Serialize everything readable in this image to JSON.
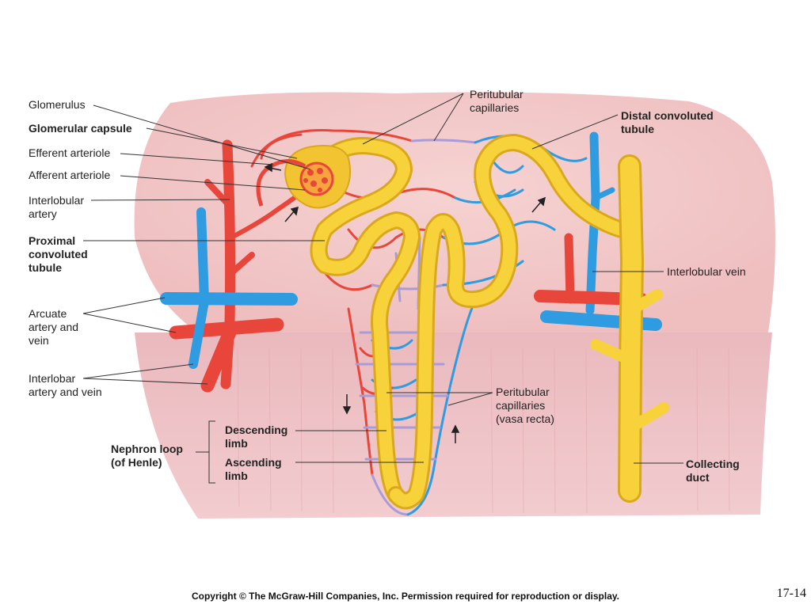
{
  "labels": {
    "glomerulus": "Glomerulus",
    "glomerular_capsule": "Glomerular capsule",
    "efferent_arteriole": "Efferent arteriole",
    "afferent_arteriole": "Afferent arteriole",
    "interlobular_artery": "Interlobular\nartery",
    "proximal_convoluted_tubule": "Proximal\nconvoluted\ntubule",
    "arcuate_artery_and_vein": "Arcuate\nartery and\nvein",
    "interlobar_artery_and_vein": "Interlobar\nartery and vein",
    "nephron_loop": "Nephron loop\n(of Henle)",
    "descending_limb": "Descending\nlimb",
    "ascending_limb": "Ascending\nlimb",
    "peritubular_capillaries_top": "Peritubular\ncapillaries",
    "distal_convoluted_tubule": "Distal convoluted\ntubule",
    "interlobular_vein": "Interlobular vein",
    "peritubular_capillaries_vasa_recta": "Peritubular\ncapillaries\n(vasa recta)",
    "collecting_duct": "Collecting\nduct"
  },
  "footer": {
    "copyright": "Copyright © The McGraw-Hill Companies, Inc. Permission required for reproduction or display.",
    "slide_number": "17-14"
  },
  "colors": {
    "artery": "#e8463a",
    "vein": "#2f9be0",
    "tubule": "#f7d23a",
    "tubule_edge": "#d9a81c",
    "capillary_mix": "#a99bd6",
    "tissue_light": "#f3c9c9",
    "tissue_medulla": "#e7b8bd",
    "leader_line": "#333333"
  }
}
